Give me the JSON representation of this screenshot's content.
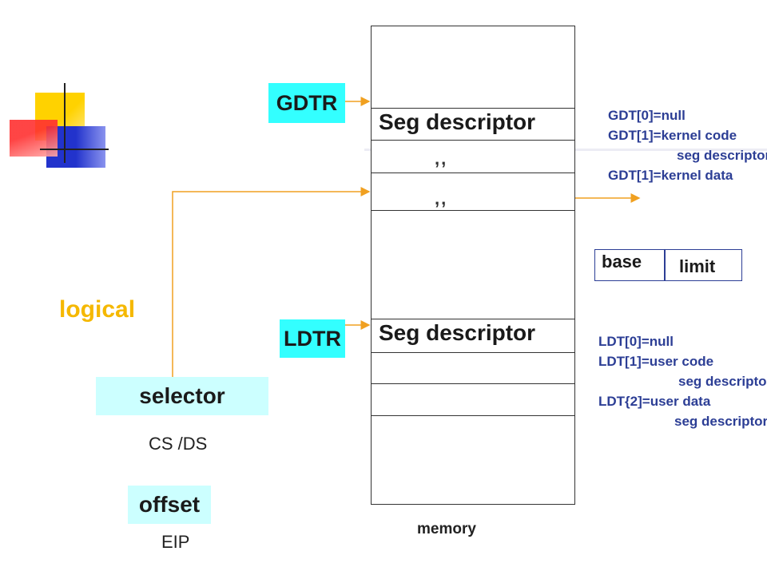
{
  "registers": {
    "gdtr": "GDTR",
    "ldtr": "LDTR"
  },
  "memory": {
    "gdt_descriptor": "Seg descriptor",
    "ditto_1": ",,",
    "ditto_2": ",,",
    "ldt_descriptor": "Seg descriptor",
    "caption": "memory"
  },
  "gdt_notes": {
    "line1": "GDT[0]=null",
    "line2": "GDT[1]=kernel code",
    "line3": "seg descriptor",
    "line4": "GDT[1]=kernel data"
  },
  "descriptor_fields": {
    "base": "base",
    "limit": "limit"
  },
  "ldt_notes": {
    "line1": "LDT[0]=null",
    "line2": "LDT[1]=user code",
    "line3": "seg descriptor",
    "line4": "LDT{2]=user data",
    "line5": "seg descriptor"
  },
  "logical_label": "logical",
  "selector": {
    "label": "selector",
    "register": "CS /DS"
  },
  "offset": {
    "label": "offset",
    "register": "EIP"
  },
  "colors": {
    "register_fill": "#33ffff",
    "box_fill": "#ccffff",
    "arrow": "#f0a020",
    "note_text": "#2c3e95",
    "logical_text": "#f5b800"
  }
}
